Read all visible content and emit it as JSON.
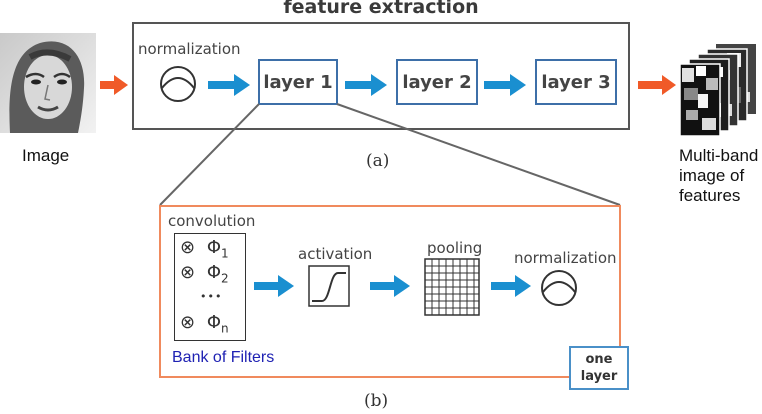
{
  "feature_extraction": {
    "title": "feature extraction",
    "normalization_label": "normalization",
    "layers": [
      "layer 1",
      "layer 2",
      "layer 3"
    ],
    "caption": "(a)"
  },
  "input": {
    "label": "Image"
  },
  "output": {
    "label_line1": "Multi-band",
    "label_line2": "image of",
    "label_line3": "features"
  },
  "detail": {
    "convolution_label": "convolution",
    "filters": [
      {
        "symbol": "⊗",
        "name": "Φ",
        "subscript": "1"
      },
      {
        "symbol": "⊗",
        "name": "Φ",
        "subscript": "2"
      },
      {
        "symbol": "⊗",
        "name": "Φ",
        "subscript": "n"
      }
    ],
    "ellipsis": "•••",
    "bank_label": "Bank of Filters",
    "activation_label": "activation",
    "pooling_label": "pooling",
    "normalization_label": "normalization",
    "one_layer_line1": "one",
    "one_layer_line2": "layer",
    "caption": "(b)"
  },
  "colors": {
    "arrow_blue": "#1a8fd0",
    "arrow_orange": "#f05a28",
    "layer_border": "#3d6fa8",
    "detail_border": "#f08a5d",
    "bank_text": "#1f22b3"
  }
}
